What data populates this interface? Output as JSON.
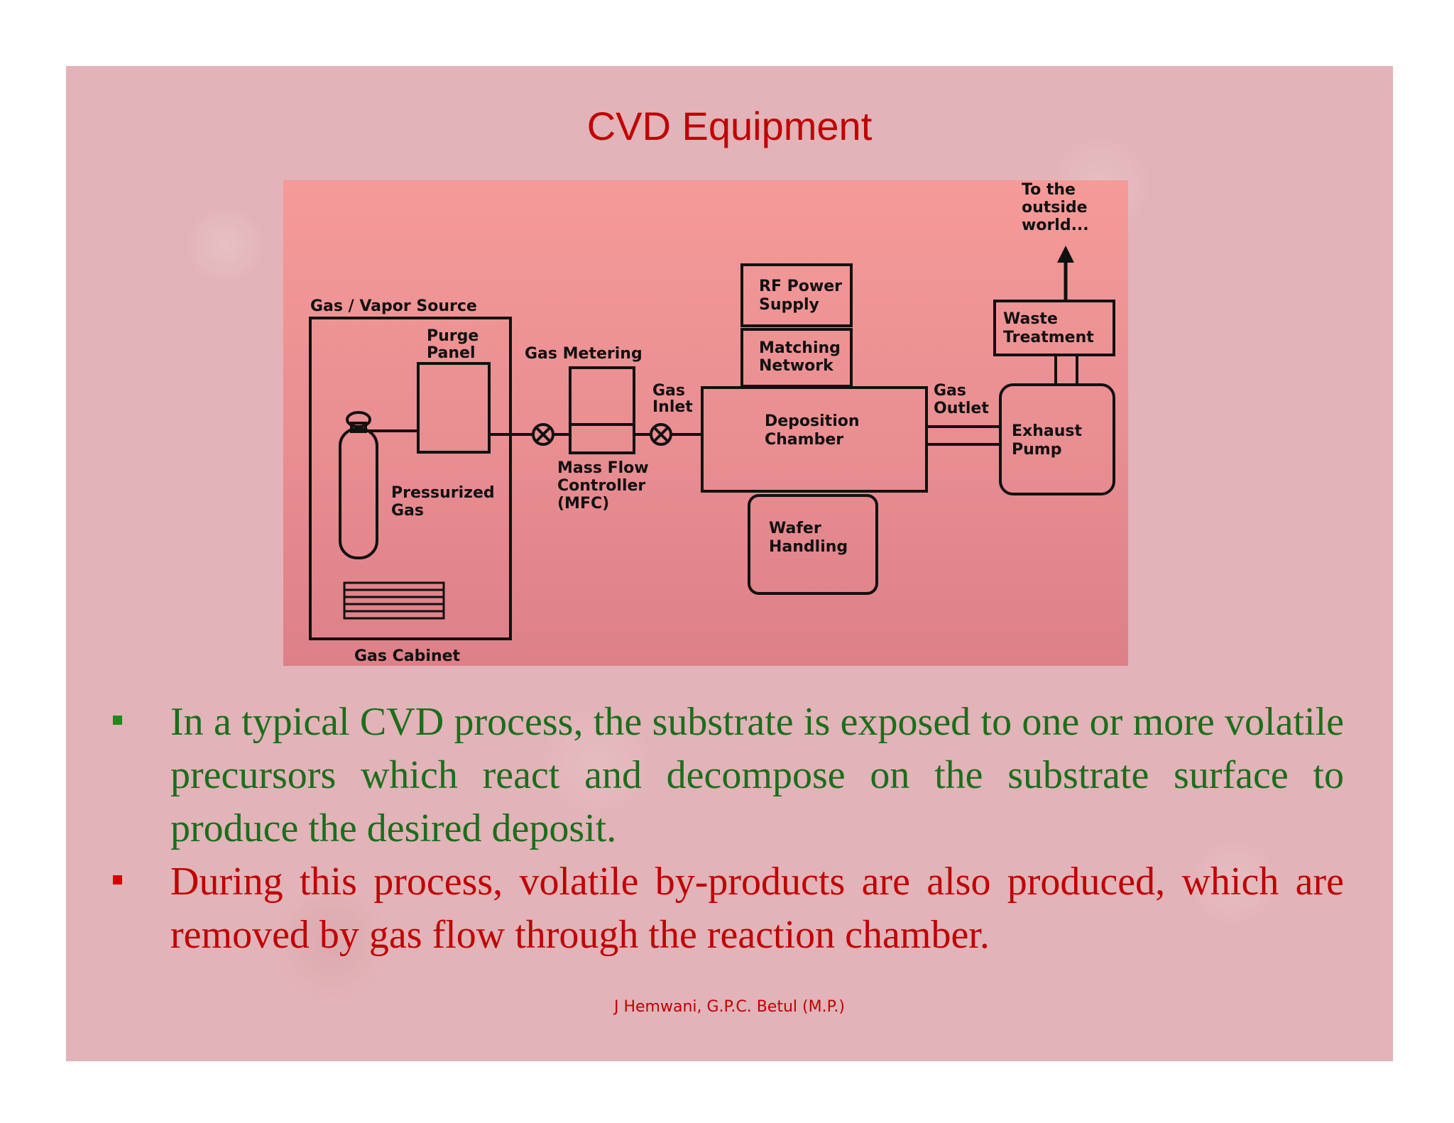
{
  "slide": {
    "title": "CVD Equipment",
    "footer": "J Hemwani, G.P.C. Betul (M.P.)",
    "colors": {
      "background": "#e2b3b8",
      "title": "#c00000",
      "bullet_green": "#1b6e1b",
      "bullet_red": "#c00000",
      "diagram_bg": "#f59a98"
    }
  },
  "diagram": {
    "labels": {
      "gas_vapor_source": "Gas / Vapor Source",
      "purge_panel_1": "Purge",
      "purge_panel_2": "Panel",
      "pressurized_1": "Pressurized",
      "pressurized_2": "Gas",
      "gas_cabinet": "Gas Cabinet",
      "gas_metering": "Gas Metering",
      "mfc_1": "Mass Flow",
      "mfc_2": "Controller",
      "mfc_3": "(MFC)",
      "gas_inlet_1": "Gas",
      "gas_inlet_2": "Inlet",
      "rf_power_1": "RF Power",
      "rf_power_2": "Supply",
      "matching_1": "Matching",
      "matching_2": "Network",
      "deposition_1": "Deposition",
      "deposition_2": "Chamber",
      "wafer_1": "Wafer",
      "wafer_2": "Handling",
      "gas_outlet_1": "Gas",
      "gas_outlet_2": "Outlet",
      "exhaust_1": "Exhaust",
      "exhaust_2": "Pump",
      "waste_1": "Waste",
      "waste_2": "Treatment",
      "outside_1": "To the",
      "outside_2": "outside",
      "outside_3": "world..."
    }
  },
  "bullets": [
    {
      "text": "In a typical CVD process, the substrate is exposed to one or more volatile precursors which react and decompose on the substrate surface to produce the desired deposit.",
      "color": "green"
    },
    {
      "text": "During this process, volatile by-products are also produced,  which are removed by gas flow through the reaction chamber.",
      "color": "red"
    }
  ]
}
